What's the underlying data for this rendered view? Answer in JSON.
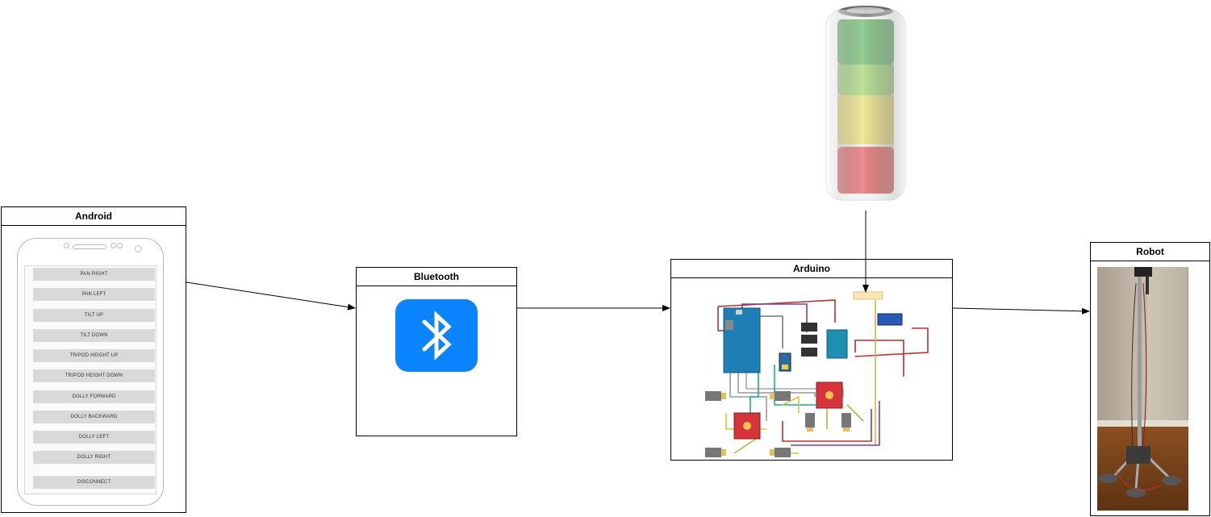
{
  "android": {
    "title": "Android",
    "buttons": [
      "PAN RIGHT",
      "PAN LEFT",
      "TILT UP",
      "TILT DOWN",
      "TRIPOD HEIGHT UP",
      "TRIPOD HEIGHT DOWN",
      "DOLLY FORWARD",
      "DOLLY BACKWARD",
      "DOLLY LEFT",
      "DOLLY RIGHT",
      "DISCONNECT"
    ]
  },
  "bluetooth": {
    "title": "Bluetooth",
    "icon": "bluetooth-icon",
    "color": "#0a84ff"
  },
  "arduino": {
    "title": "Arduino"
  },
  "robot": {
    "title": "Robot"
  },
  "battery": {
    "icon": "battery-icon",
    "levels": [
      "#2e9e2e",
      "#7cc73f",
      "#e6d23a",
      "#d92020"
    ]
  },
  "connections": [
    {
      "from": "android",
      "to": "bluetooth"
    },
    {
      "from": "bluetooth",
      "to": "arduino"
    },
    {
      "from": "battery",
      "to": "arduino"
    },
    {
      "from": "arduino",
      "to": "robot"
    }
  ]
}
